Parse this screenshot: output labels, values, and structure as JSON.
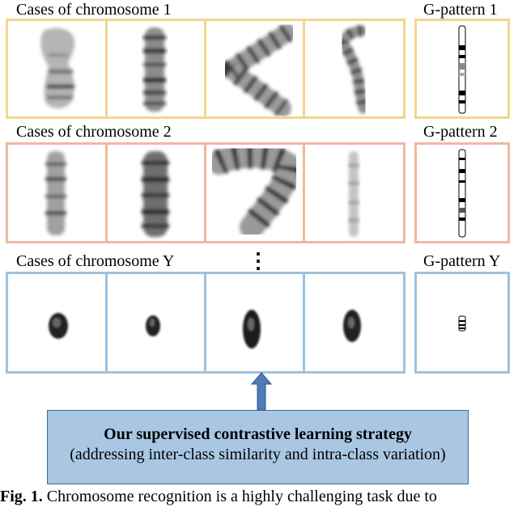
{
  "rows": [
    {
      "label": "Cases of chromosome 1",
      "pattern_label": "G-pattern 1",
      "border_color": "#f3d68b"
    },
    {
      "label": "Cases of chromosome 2",
      "pattern_label": "G-pattern 2",
      "border_color": "#f0b8a2"
    },
    {
      "label": "Cases of chromosome Y",
      "pattern_label": "G-pattern Y",
      "border_color": "#9ec2de"
    }
  ],
  "ellipsis": "⋮",
  "strategy": {
    "title": "Our supervised contrastive learning strategy",
    "subtitle": "(addressing inter-class similarity and intra-class variation)",
    "fill_color": "#a9c7e3",
    "arrow_color": "#4f7cb4"
  },
  "caption": {
    "label": "Fig. 1.",
    "text": "Chromosome recognition is a highly challenging task due to"
  }
}
